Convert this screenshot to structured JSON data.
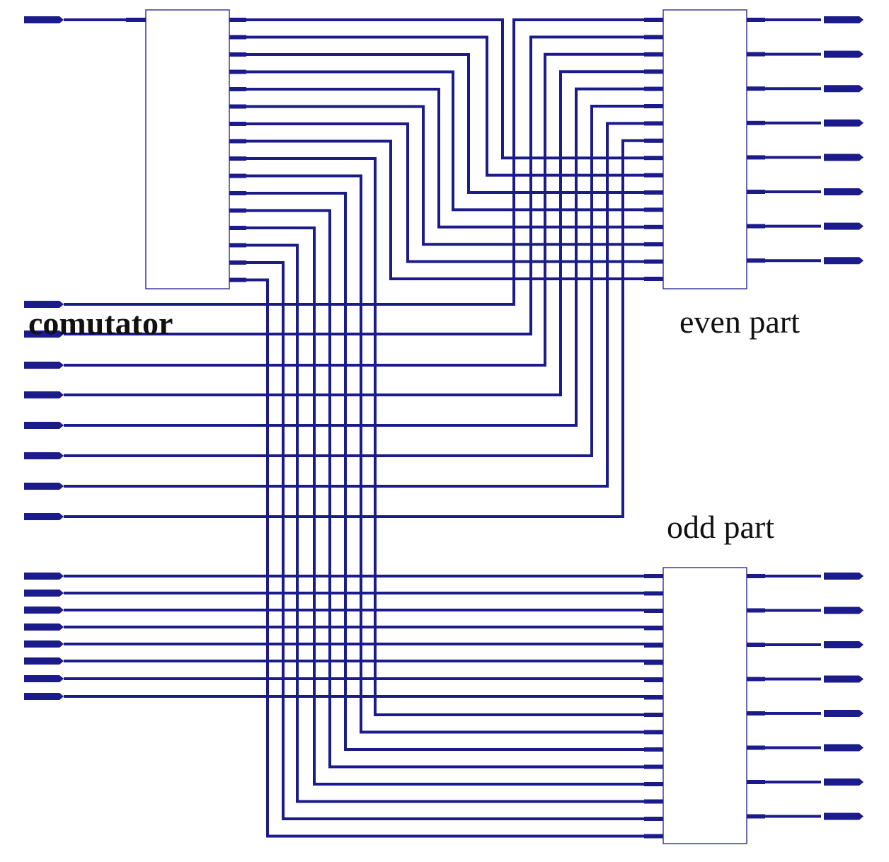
{
  "labels": {
    "commutator": "comutator",
    "even": "even part",
    "odd": "odd part"
  },
  "colors": {
    "wire": "#1b1b8c",
    "block_border": "#3a3a9c",
    "background": "#ffffff"
  }
}
